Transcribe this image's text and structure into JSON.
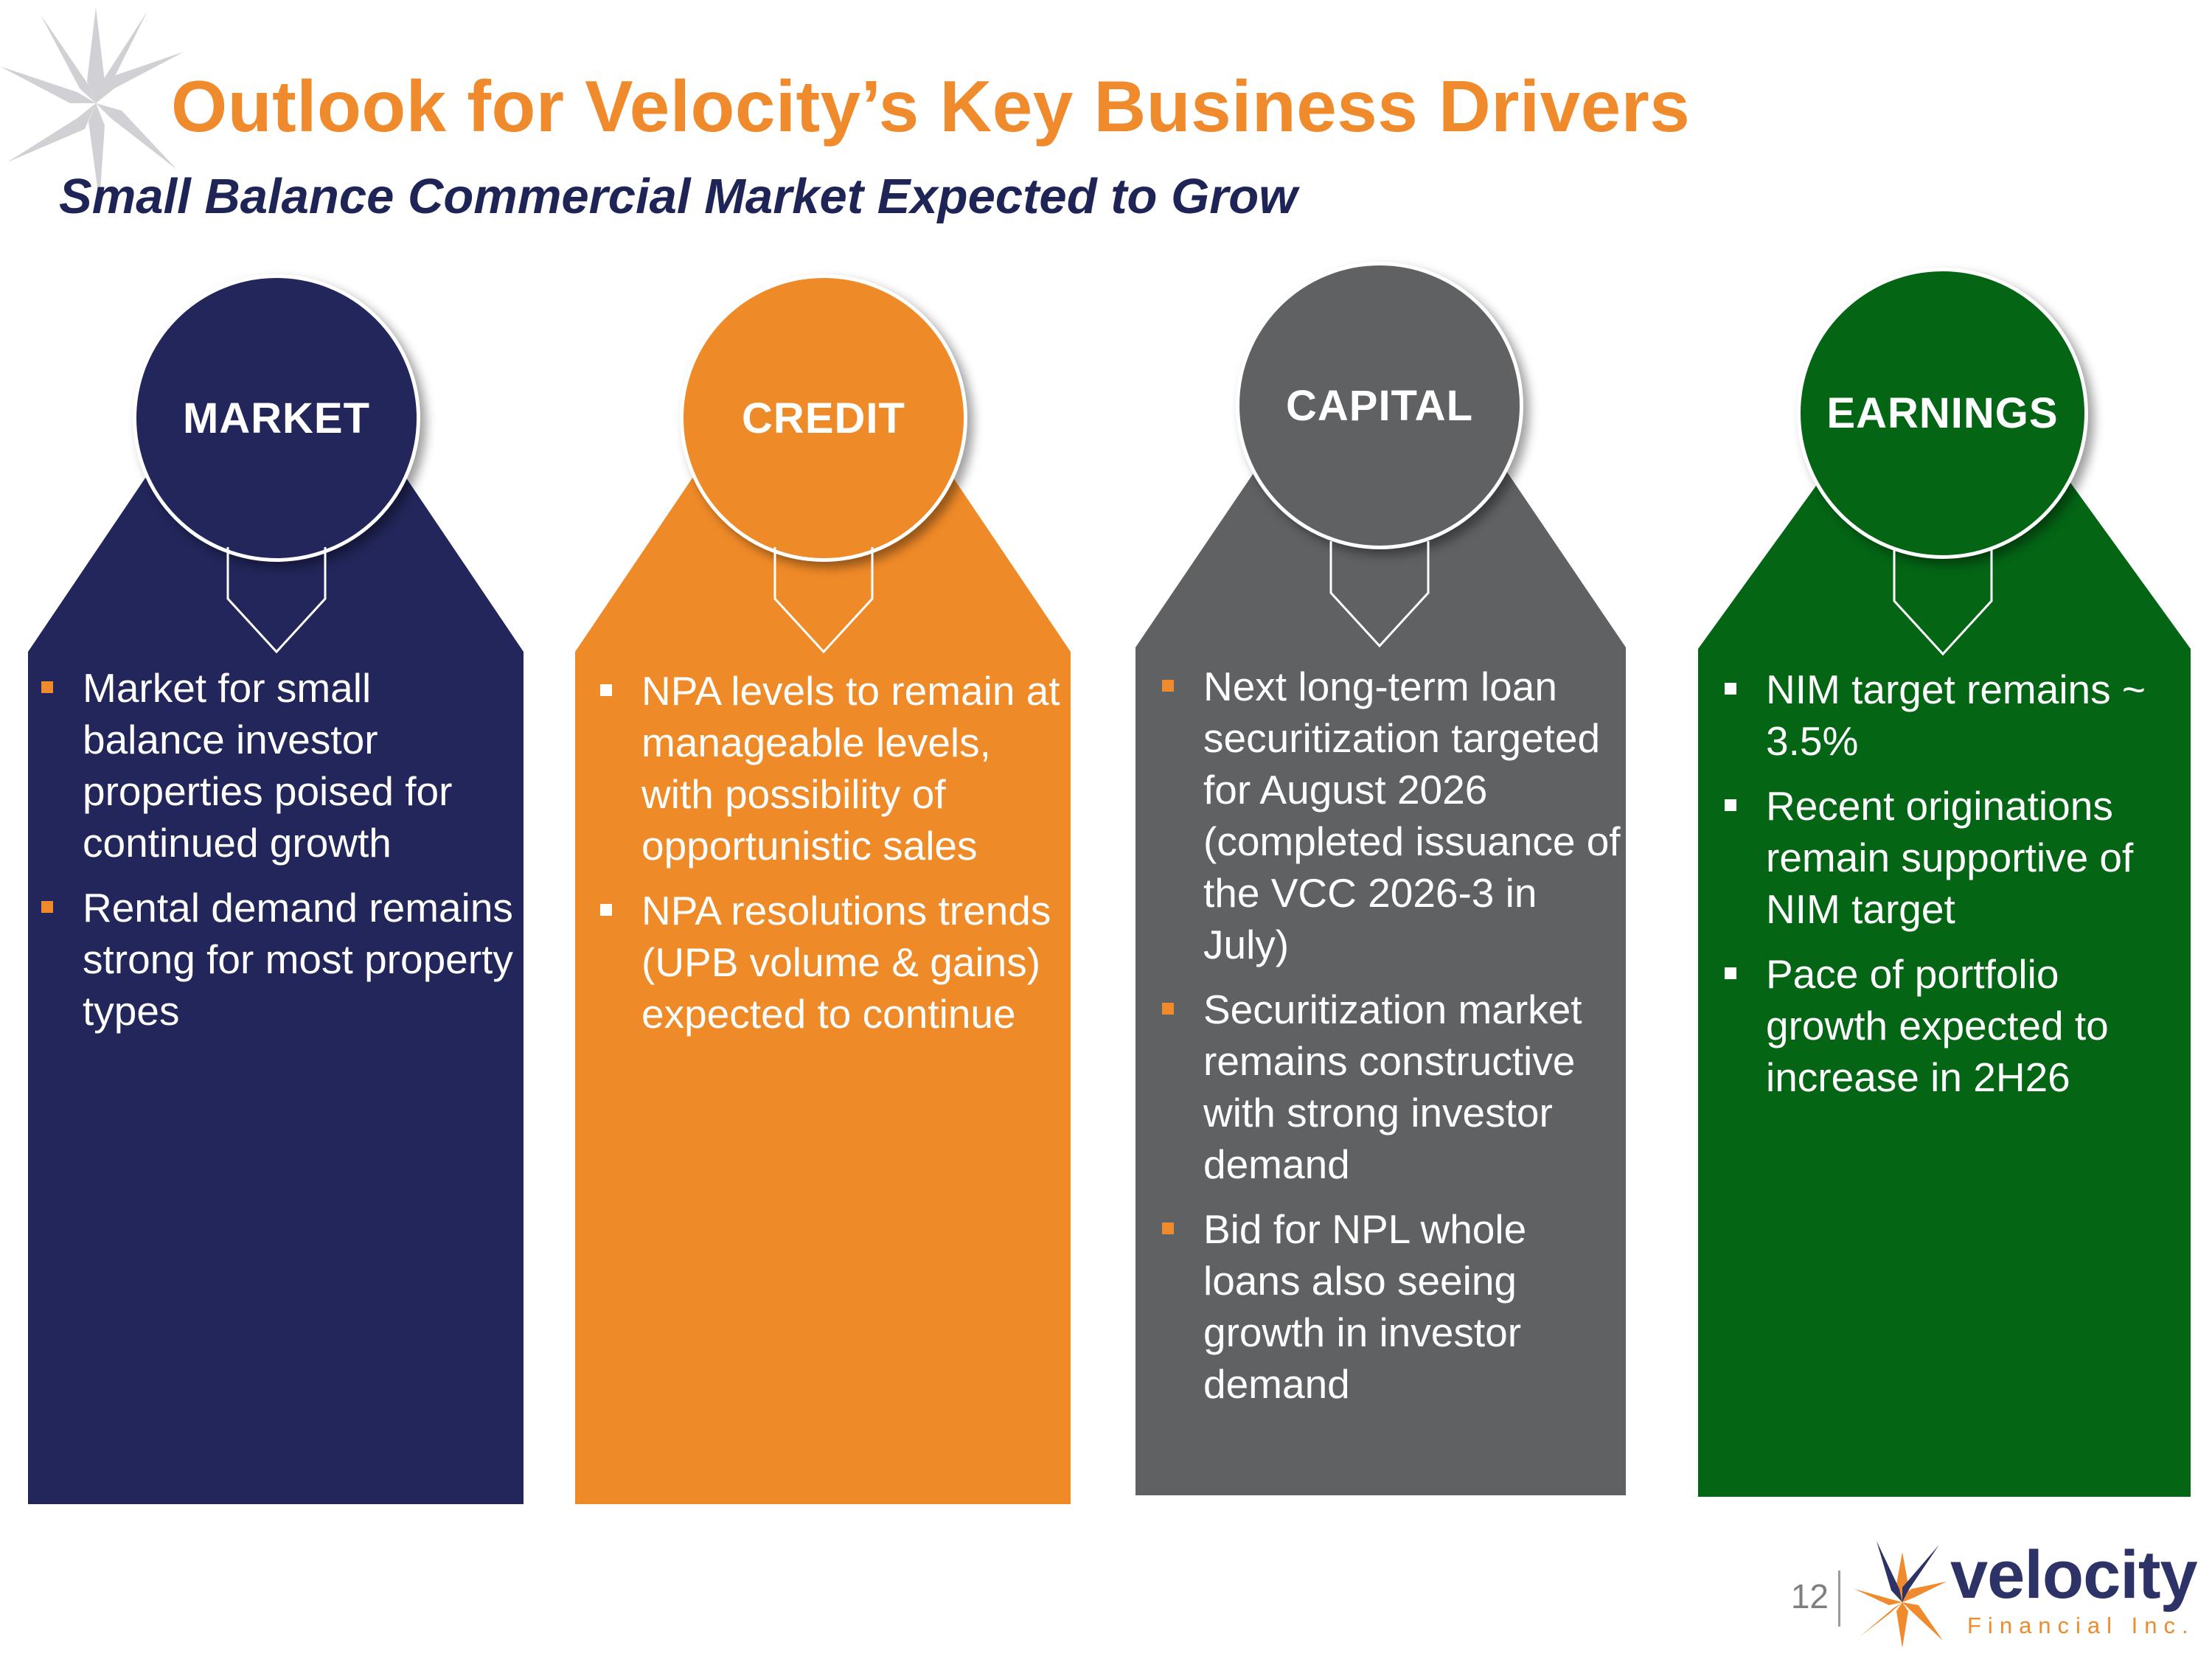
{
  "title": "Outlook for Velocity’s Key Business Drivers",
  "subtitle": "Small Balance Commercial Market Expected to Grow",
  "columns": [
    {
      "label": "MARKET",
      "color": "#22265a",
      "bullet_color": "#ef8b2c",
      "bullets": [
        "Market for small balance investor properties poised for continued growth",
        "Rental demand remains strong for most property types"
      ]
    },
    {
      "label": "CREDIT",
      "color": "#ef8a28",
      "bullet_color": "#ffffff",
      "bullets": [
        "NPA levels to remain at manageable levels, with possibility of opportunistic sales",
        "NPA resolutions trends (UPB volume & gains) expected to continue"
      ]
    },
    {
      "label": "CAPITAL",
      "color": "#606163",
      "bullet_color": "#ef8b2c",
      "bullets": [
        "Next long-term loan securitization targeted for August 2026 (completed issuance of the VCC 2026-3 in July)",
        "Securitization market remains constructive with strong investor demand",
        "Bid for NPL whole loans also seeing growth in investor demand"
      ]
    },
    {
      "label": "EARNINGS",
      "color": "#046515",
      "bullet_color": "#ffffff",
      "bullets": [
        "NIM target remains ~ 3.5%",
        "Recent originations remain supportive of NIM target",
        "Pace of portfolio growth expected to increase in 2H26"
      ]
    }
  ],
  "footer": {
    "page_number": "12",
    "logo_text": "velocity",
    "logo_subtext": "Financial Inc."
  }
}
